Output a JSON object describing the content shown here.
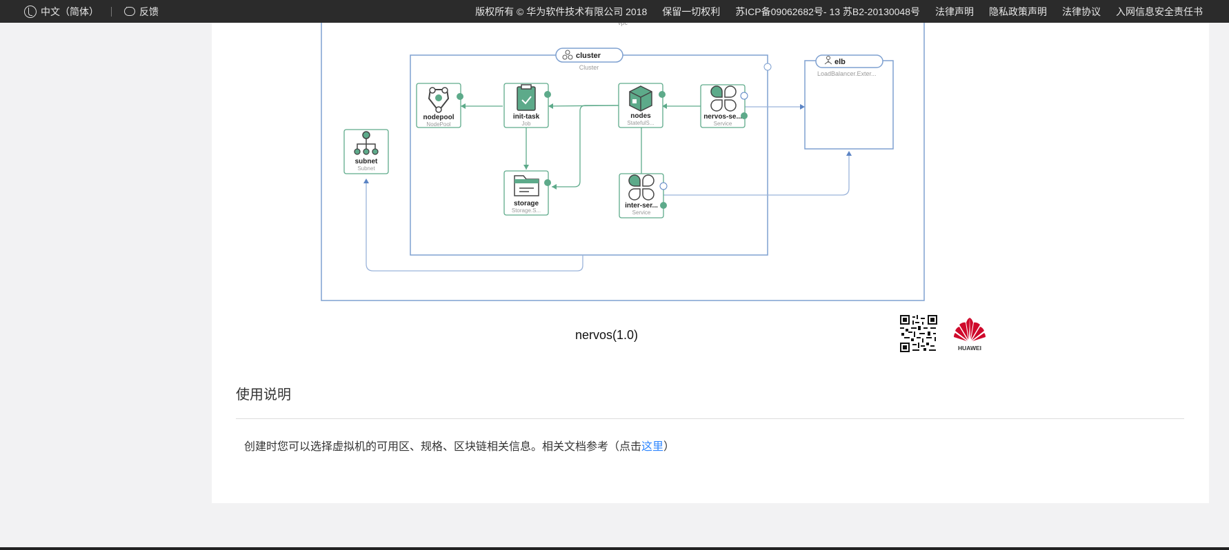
{
  "topbar": {
    "language": "中文（简体）",
    "feedback": "反馈",
    "links": [
      "版权所有 © 华为软件技术有限公司 2018",
      "保留一切权利",
      "苏ICP备09062682号- 13 苏B2-20130048号",
      "法律声明",
      "隐私政策声明",
      "法律协议",
      "入网信息安全责任书"
    ]
  },
  "diagram": {
    "vpc_label": "vpc",
    "cluster": {
      "name": "cluster",
      "type": "Cluster"
    },
    "elb": {
      "name": "elb",
      "type": "LoadBalancer.Exter..."
    },
    "nodes": [
      {
        "name": "nodepool",
        "type": "NodePool"
      },
      {
        "name": "init-task",
        "type": "Job"
      },
      {
        "name": "nodes",
        "type": "StatefulS..."
      },
      {
        "name": "nervos-se...",
        "type": "Service"
      },
      {
        "name": "storage",
        "type": "Storage.S..."
      },
      {
        "name": "inter-ser...",
        "type": "Service"
      },
      {
        "name": "subnet",
        "type": "Subnet"
      }
    ]
  },
  "caption": "nervos(1.0)",
  "brand": {
    "logo_text": "HUAWEI",
    "accent": "#cf0a2c"
  },
  "usage": {
    "title": "使用说明",
    "text": "创建时您可以选择虚拟机的可用区、规格、区块链相关信息。相关文档参考（点击",
    "link": "这里",
    "suffix": "）"
  },
  "colors": {
    "node_green": "#4caf8a",
    "edge_blue": "#5b84c4",
    "topbar_bg": "#2b2b2b",
    "link": "#2f87ff"
  }
}
